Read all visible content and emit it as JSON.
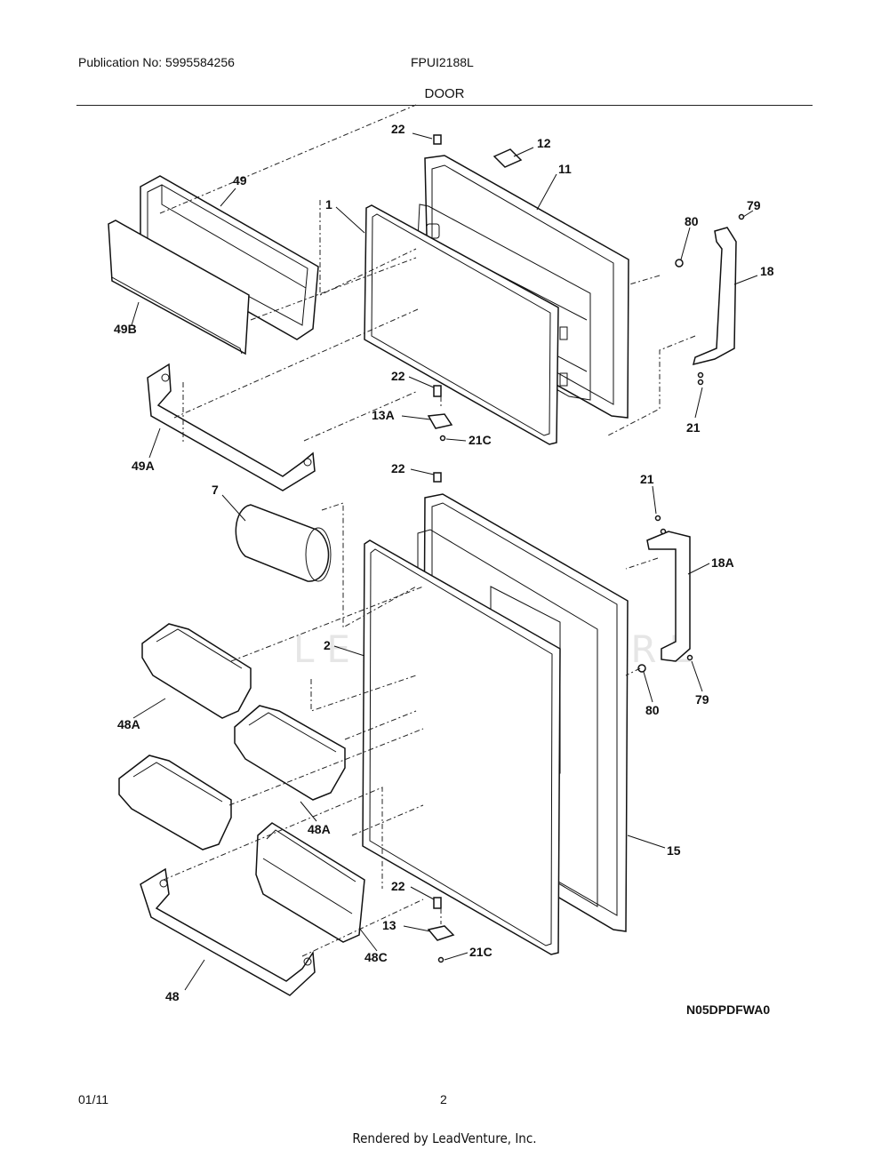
{
  "header": {
    "publication": "Publication No: 5995584256",
    "model": "FPUI2188L",
    "section_title": "DOOR"
  },
  "diagram": {
    "watermark": "LEADVENTURE",
    "callouts": {
      "c22a": "22",
      "c12": "12",
      "c11": "11",
      "c49": "49",
      "c1": "1",
      "c79a": "79",
      "c80a": "80",
      "c18": "18",
      "c49b": "49B",
      "c22b": "22",
      "c13a": "13A",
      "c21c_a": "21C",
      "c21a": "21",
      "c49a": "49A",
      "c22c": "22",
      "c21b": "21",
      "c7": "7",
      "c18a": "18A",
      "c2": "2",
      "c80b": "80",
      "c79b": "79",
      "c48a_1": "48A",
      "c48a_2": "48A",
      "c15": "15",
      "c22d": "22",
      "c13": "13",
      "c48c": "48C",
      "c21c_b": "21C",
      "c48": "48"
    },
    "drawing_code": "N05DPDFWA0"
  },
  "footer": {
    "date": "01/11",
    "page": "2",
    "rendered_by": "Rendered by LeadVenture, Inc."
  }
}
